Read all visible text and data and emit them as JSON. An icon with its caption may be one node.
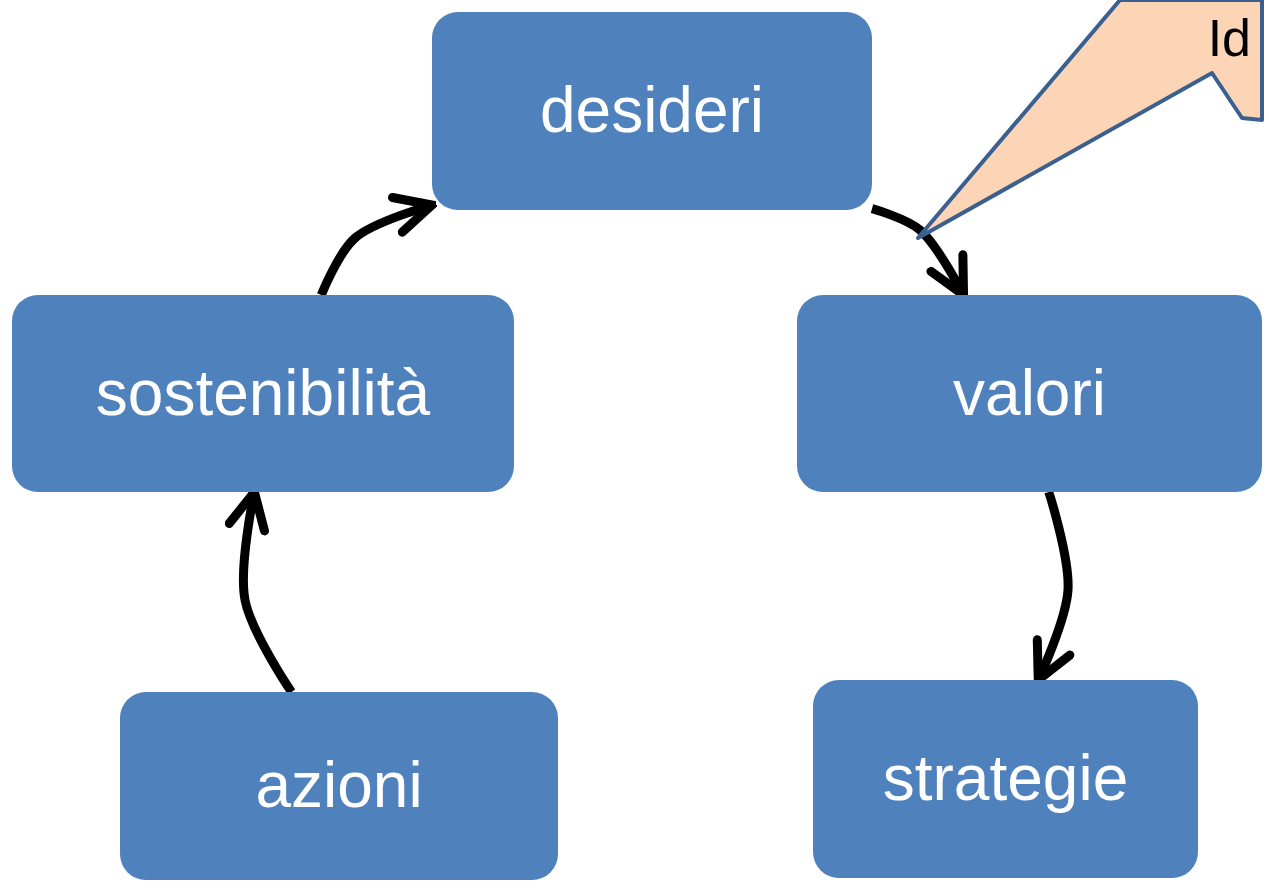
{
  "diagram": {
    "nodes": [
      {
        "text": [
          "desideri"
        ]
      },
      {
        "text": [
          "valori"
        ]
      },
      {
        "text": [
          "strategie"
        ]
      },
      {
        "text": [
          "azioni"
        ]
      },
      {
        "text": [
          "sostenibilità"
        ]
      },
      {
        "text": [
          "Id"
        ]
      }
    ],
    "edges": [
      {
        "from": 0,
        "to": 1,
        "arrow": "to"
      },
      {
        "from": 1,
        "to": 2,
        "arrow": "to"
      },
      {
        "from": 3,
        "to": 4,
        "arrow": "to"
      },
      {
        "from": 4,
        "to": 0,
        "arrow": "to"
      }
    ]
  }
}
